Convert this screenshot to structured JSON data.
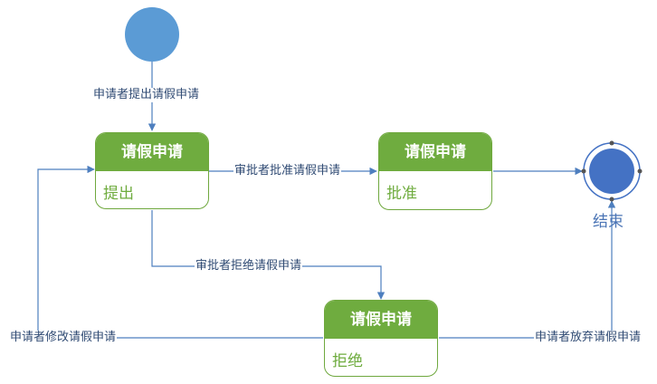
{
  "colors": {
    "initial_node": "#5b9bd5",
    "final_node": "#4472c4",
    "state_green": "#6fac3f",
    "connector": "#4e7fbf"
  },
  "states": {
    "submit": {
      "title": "请假申请",
      "body": "提出"
    },
    "approve": {
      "title": "请假申请",
      "body": "批准"
    },
    "reject": {
      "title": "请假申请",
      "body": "拒绝"
    }
  },
  "transitions": {
    "applicant_submit": "申请者提出请假申请",
    "approver_approve": "审批者批准请假申请",
    "approver_reject": "审批者拒绝请假申请",
    "applicant_modify": "申请者修改请假申请",
    "applicant_abandon": "申请者放弃请假申请"
  },
  "final_node": {
    "label": "结束"
  }
}
